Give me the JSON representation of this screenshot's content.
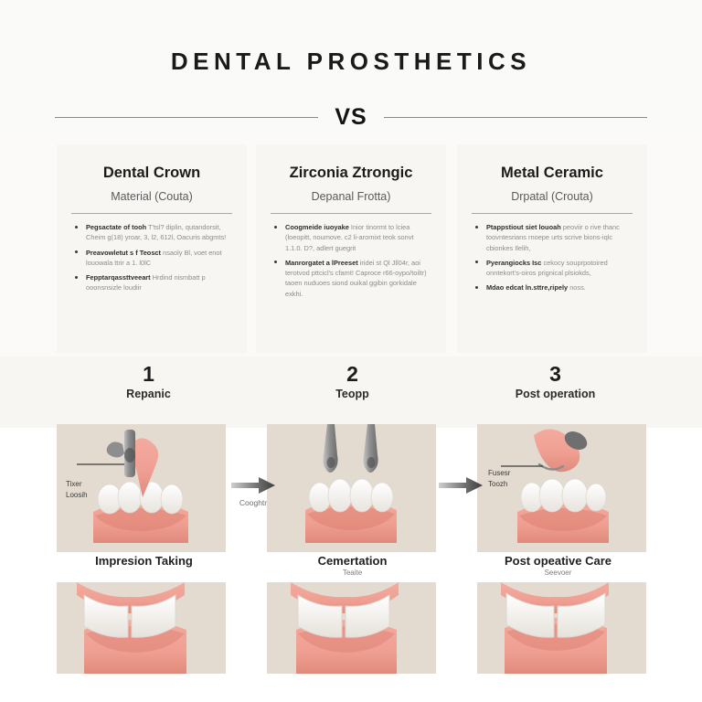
{
  "header": {
    "title": "DENTAL  PROSTHETICS",
    "vs_label": "VS"
  },
  "comparison": {
    "cards": [
      {
        "title": "Dental Crown",
        "subtitle": "Material (Couta)",
        "bullets": [
          {
            "lead": "Pegsactate of tooh",
            "body": "T'tsl? diplin, qutandorsit, Cheim g(18) yroar, 3, l2, 612l, Oacuris abgmts!"
          },
          {
            "lead": "Preavowletut s f Teosct",
            "body": "nsaoly Bl, voet enot louowala ttrir a 1. l0lC"
          },
          {
            "lead": "Fepptarqassttveeart",
            "body": "Hrdind nismbatt p ooonsnsizle loudiir"
          }
        ]
      },
      {
        "title": "Zirconia Ztrongic",
        "subtitle": "Depanal Frotta)",
        "bullets": [
          {
            "lead": "Coogmeide iuoyake",
            "body": "Inior tinormt to lciea (loeopitt, noumove. c2 li-aromixt teok sonvt 1.1.0. D?, adlert guegrit"
          },
          {
            "lead": "Manrorgatet a lPreeset",
            "body": "iridei st Ql Jll04r, aoi terotvod pttcicl's cfamt! Caproce r66-oypo/toiltr) taoen nuduoes siond ouikal ggibin gorkidale exkhi."
          }
        ]
      },
      {
        "title": "Metal Ceramic",
        "subtitle": "Drpatal (Crouta)",
        "bullets": [
          {
            "lead": "Ptappstiout siet louoah",
            "body": "peoviir o rive thanc toovntesrians rnoepe urts scrive bions-iqlc cbionkes Ilelih,"
          },
          {
            "lead": "Pyerangiocks Isc",
            "body": "cekocy souprpotoired onntekort's-oiros prignical plsiokds,"
          },
          {
            "lead": "Mdao edcat ln.sttre,ripely",
            "body": "noss."
          }
        ]
      }
    ]
  },
  "process": {
    "steps": [
      {
        "number": "1",
        "label": "Repanic"
      },
      {
        "number": "2",
        "label": "Teopp"
      },
      {
        "number": "3",
        "label": "Post operation"
      }
    ],
    "arrows": [
      {
        "label": "Cooghtr"
      },
      {
        "label": ""
      }
    ],
    "callouts": [
      {
        "text": "Tixer\nLoosih"
      },
      {
        "text": ""
      },
      {
        "text": "Fusesr\nToozh"
      }
    ],
    "captions": [
      {
        "main": "Impresion Taking",
        "sub": ""
      },
      {
        "main": "Cemertation",
        "sub": "Teaite"
      },
      {
        "main": "Post opeative Care",
        "sub": "Seevoer"
      }
    ]
  },
  "colors": {
    "page_background": "#ffffff",
    "header_background": "#fafaf8",
    "card_background": "#f7f6f3",
    "steps_band": "#f8f6f3",
    "panel_background": "#e3dbd0",
    "gum_pink": "#ef9f92",
    "gum_pink_dark": "#e08a7c",
    "tooth_white": "#f6f4f1",
    "instrument_gray": "#9a9a9a",
    "text_dark": "#1a1a1a",
    "text_muted": "#8c8c8c",
    "rule_gray": "#8a8a8a",
    "arrow_gray": "#4d4d4d"
  }
}
